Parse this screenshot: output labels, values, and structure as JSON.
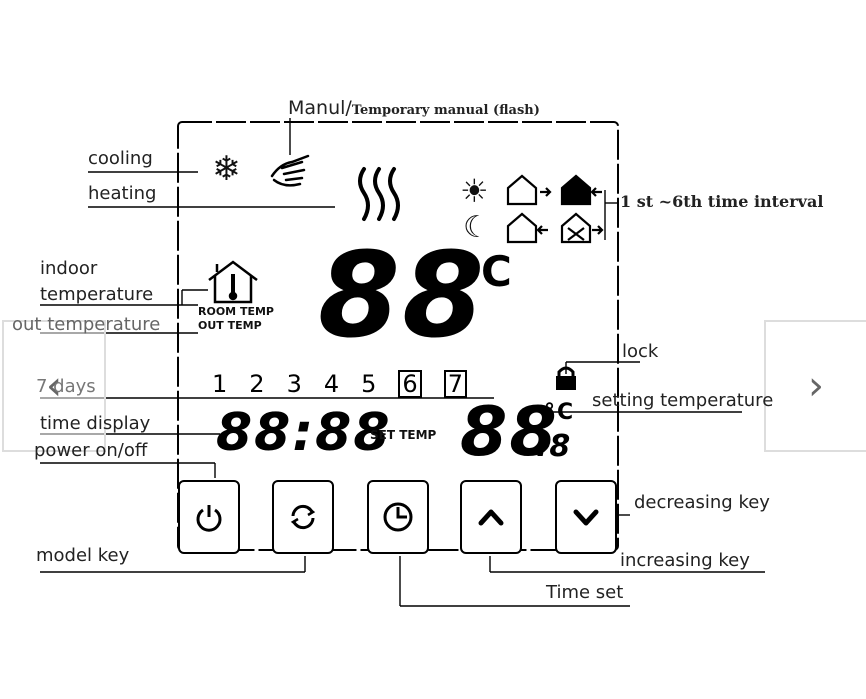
{
  "labels": {
    "manual": "Manul/",
    "manual_sub": "Temporary manual (flash)",
    "cooling": "cooling",
    "heating": "heating",
    "interval": "1 st ~6th time interval",
    "indoor1": "indoor",
    "indoor2": "temperature",
    "out": "out temperature",
    "lock": "lock",
    "days": "7 days",
    "setting": "setting temperature",
    "time_display": "time display",
    "power": "power on/off",
    "decreasing": "decreasing key",
    "model": "model key",
    "increasing": "increasing key",
    "time_set": "Time set"
  },
  "lcd": {
    "main_temp": "88",
    "main_unit": "°C",
    "room_temp": "ROOM TEMP",
    "out_temp": "OUT TEMP",
    "clock": "88:88",
    "set_temp_label": "SET TEMP",
    "set_temp": "88",
    "set_unit": "°C",
    "set_decimal": ".8",
    "days": [
      "1",
      "2",
      "3",
      "4",
      "5",
      "6",
      "7"
    ]
  },
  "icons": {
    "cooling": "snowflake-icon",
    "manual": "hand-icon",
    "heating": "heat-waves-icon",
    "day": "sun-icon",
    "night": "moon-icon",
    "lock": "lock-icon",
    "power": "power-icon",
    "mode": "cycle-icon",
    "clock": "clock-icon",
    "up": "chevron-up-icon",
    "down": "chevron-down-icon"
  },
  "nav": {
    "prev": "‹",
    "next": "›"
  }
}
